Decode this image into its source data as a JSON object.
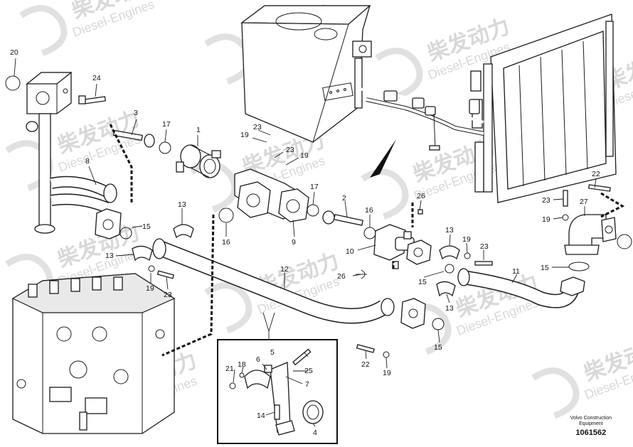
{
  "watermark": {
    "cn": "柴发动力",
    "en": "Diesel-Engines"
  },
  "callouts": [
    "1",
    "2",
    "3",
    "4",
    "5",
    "6",
    "7",
    "8",
    "9",
    "10",
    "11",
    "12",
    "13",
    "14",
    "15",
    "16",
    "17",
    "18",
    "19",
    "20",
    "21",
    "22",
    "23",
    "24",
    "25",
    "26",
    "27"
  ],
  "footer": {
    "brand_line1": "Volvo Construction",
    "brand_line2": "Equipment",
    "drawing_number": "1061562"
  }
}
